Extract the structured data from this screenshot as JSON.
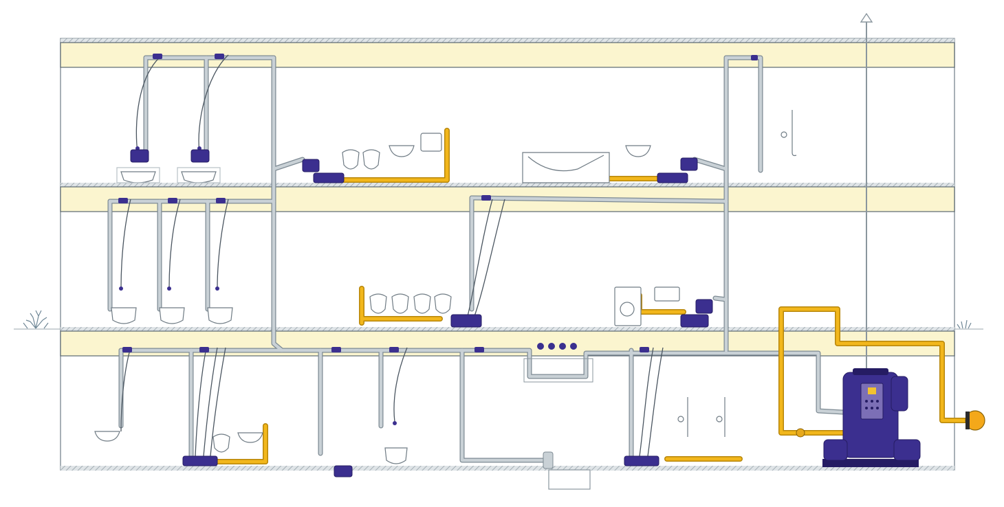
{
  "diagram": {
    "type": "building-vacuum-drainage-cross-section",
    "floors": [
      "top-floor",
      "middle-floor",
      "ground-floor",
      "basement"
    ],
    "colors": {
      "background": "#ffffff",
      "slab_fill": "#fbf5cf",
      "slab_outline": "#5a6770",
      "wall_outline": "#8a969e",
      "vacuum_pipe": "#c9d1d6",
      "vacuum_pipe_outline": "#7d8a93",
      "gravity_pipe": "#f2b71c",
      "gravity_pipe_outline": "#b7860a",
      "hose": "#4a5560",
      "unit_blue": "#3b2f8f",
      "unit_blue_dark": "#251c63",
      "fixture_white": "#ffffff",
      "fixture_outline": "#6f7b84",
      "vent_pipe": "#d9dee2",
      "ground_plant": "#6f8796",
      "outlet_orange": "#f4a81a",
      "control_panel": "#7c6fb6",
      "panel_light": "#f2c230"
    },
    "fixtures": {
      "toilets": 7,
      "wash_basins": 6,
      "urinals": 8,
      "bathtub": 1,
      "showers": 3,
      "washing_machine": 1,
      "kitchen_sink": 1
    },
    "icons": {
      "vent": "arrow-up-icon",
      "ground_left": "plant-icon",
      "ground_right": "grass-icon",
      "outlet": "sewer-outlet-icon"
    }
  }
}
